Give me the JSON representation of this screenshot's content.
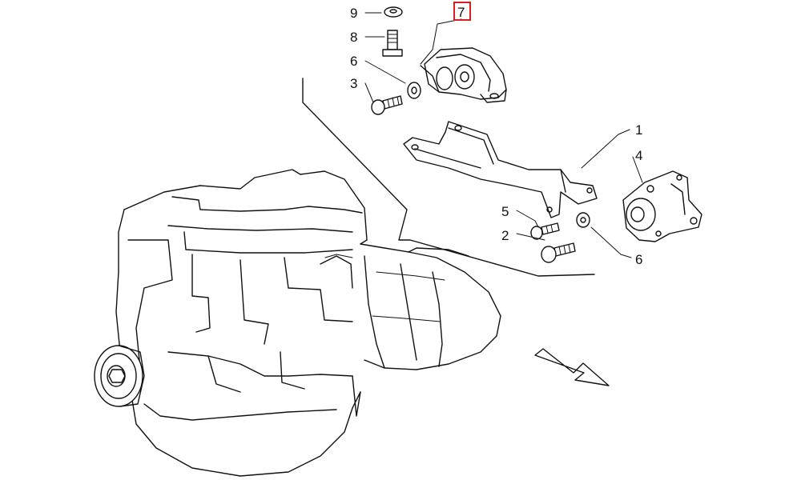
{
  "callouts": {
    "c1": "1",
    "c2": "2",
    "c3": "3",
    "c4": "4",
    "c5": "5",
    "c6a": "6",
    "c6b": "6",
    "c7": "7",
    "c8": "8",
    "c9": "9"
  },
  "highlighted_part": "7",
  "colors": {
    "highlight": "#d81e1e",
    "line": "#111111",
    "background": "#ffffff"
  }
}
